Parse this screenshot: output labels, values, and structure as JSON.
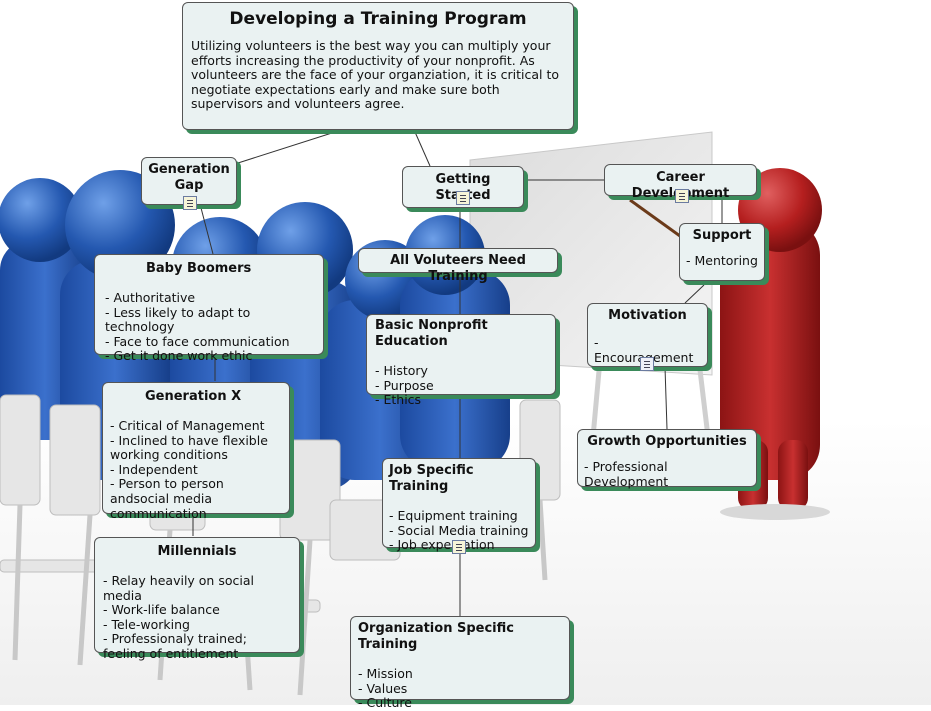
{
  "main": {
    "title": "Developing a Training Program",
    "description": "Utilizing volunteers is the best way you can multiply your efforts increasing the productivity of your nonprofit. As volunteers are the face of your organziation, it is critical to negotiate expectations early and make sure both supervisors and volunteers agree."
  },
  "nodes": {
    "generation_gap": {
      "title": "Generation\nGap"
    },
    "baby_boomers": {
      "title": "Baby Boomers",
      "body": "- Authoritative\n- Less likely to adapt to technology\n- Face to face communication\n- Get it done work ethic"
    },
    "generation_x": {
      "title": "Generation X",
      "body": "- Critical of Management\n- Inclined to have flexible working conditions\n- Independent\n- Person to person andsocial media communication"
    },
    "millennials": {
      "title": "Millennials",
      "body": "- Relay heavily on social media\n- Work-life balance\n- Tele-working\n- Professionaly trained; feeling of entitlement"
    },
    "getting_started": {
      "title": "Getting Started"
    },
    "all_volunteers": {
      "title": "All Voluteers Need Training"
    },
    "basic_nonprofit": {
      "title": "Basic Nonprofit Education",
      "body": "- History\n- Purpose\n- Ethics"
    },
    "job_specific": {
      "title": "Job Specific Training",
      "body": "- Equipment training\n- Social Media training\n- Job expectation"
    },
    "org_specific": {
      "title": "Organization Specific Training",
      "body": "- Mission\n- Values\n- Culture"
    },
    "career_development": {
      "title": "Career Development"
    },
    "support": {
      "title": "Support",
      "body": "- Mentoring"
    },
    "motivation": {
      "title": "Motivation",
      "body": "- Encouragement"
    },
    "growth": {
      "title": "Growth Opportunities",
      "body": "- Professional Development"
    }
  },
  "colors": {
    "node_bg": "#eaf2f2",
    "shadow": "#3a8a5a",
    "figures_blue": "#2a5fb0",
    "presenter_red": "#b01e1e"
  }
}
